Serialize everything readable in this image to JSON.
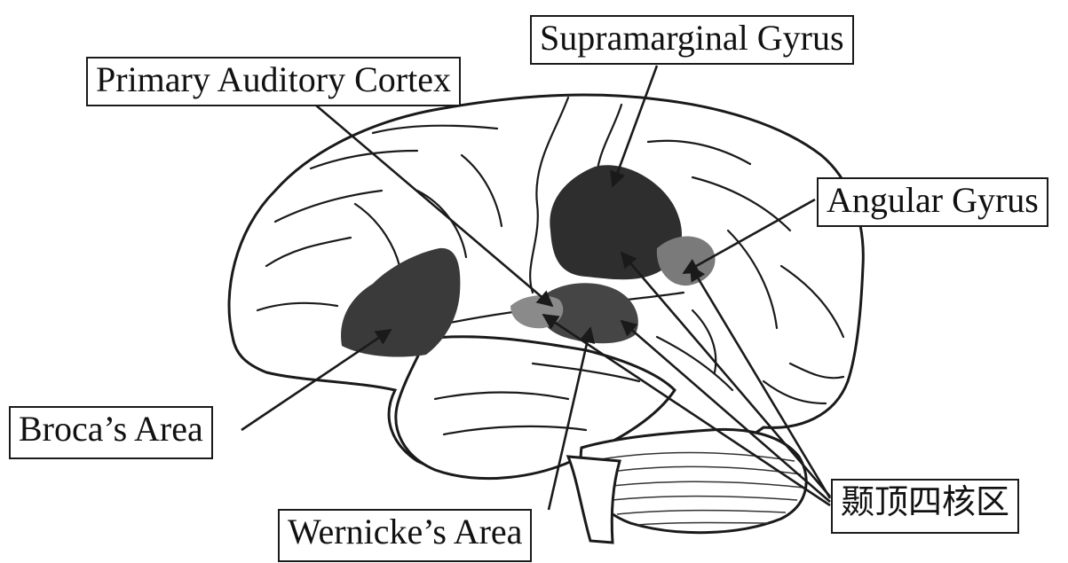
{
  "labels": {
    "supramarginal_gyrus": "Supramarginal Gyrus",
    "primary_auditory_cortex": "Primary Auditory Cortex",
    "angular_gyrus": "Angular Gyrus",
    "brocas_area": "Broca’s Area",
    "wernickes_area": "Wernicke’s Area",
    "temporoparietal_junction": "颞顶四核区"
  },
  "colors": {
    "outline": "#1a1a1a",
    "dark_region": "#2e2e2e",
    "mid_region": "#555555",
    "light_region": "#8a8a8a",
    "background": "#ffffff"
  }
}
